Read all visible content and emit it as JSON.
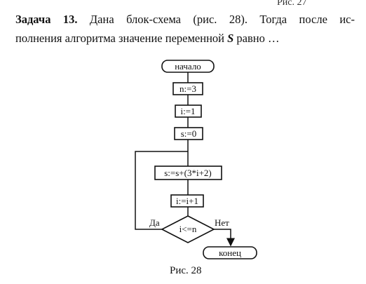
{
  "prev_caption": "Рис. 27",
  "problem": {
    "label": "Задача 13.",
    "line1_rest": "Дана блок-схема (рис. 28). Тогда после ис-",
    "line2_start": "полнения алгоритма значение переменной",
    "variable": "S",
    "line2_end": "равно …"
  },
  "flowchart": {
    "start": "начало",
    "n_assign": "n:=3",
    "i_assign": "i:=1",
    "s_assign": "s:=0",
    "s_update": "s:=s+(3*i+2)",
    "i_inc": "i:=i+1",
    "condition": "i<=n",
    "yes_label": "Да",
    "no_label": "Нет",
    "end": "конец"
  },
  "figure_caption": "Рис. 28"
}
